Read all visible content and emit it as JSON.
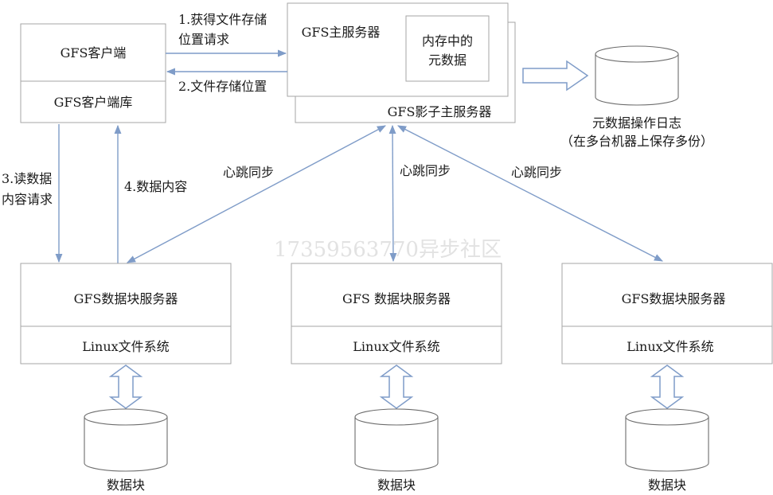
{
  "client": {
    "title": "GFS客户端",
    "lib": "GFS客户端库"
  },
  "master": {
    "title": "GFS主服务器",
    "memory_line1": "内存中的",
    "memory_line2": "元数据",
    "shadow": "GFS影子主服务器"
  },
  "oplog": {
    "label": "元数据操作日志",
    "note": "（在多台机器上保存多份）"
  },
  "arrows": {
    "req_line1": "1.获得文件存储",
    "req_line2": "位置请求",
    "resp": "2.文件存储位置",
    "read_line1": "3.读数据",
    "read_line2": "内容请求",
    "data": "4.数据内容",
    "heartbeat": "心跳同步"
  },
  "chunk_servers": [
    {
      "title": "GFS数据块服务器",
      "fs": "Linux文件系统",
      "disk": "数据块"
    },
    {
      "title": "GFS 数据块服务器",
      "fs": "Linux文件系统",
      "disk": "数据块"
    },
    {
      "title": "GFS数据块服务器",
      "fs": "Linux文件系统",
      "disk": "数据块"
    }
  ],
  "watermark": "17359563770异步社区",
  "colors": {
    "arrow": "#7f9cc8",
    "border": "#a6a6a6"
  }
}
